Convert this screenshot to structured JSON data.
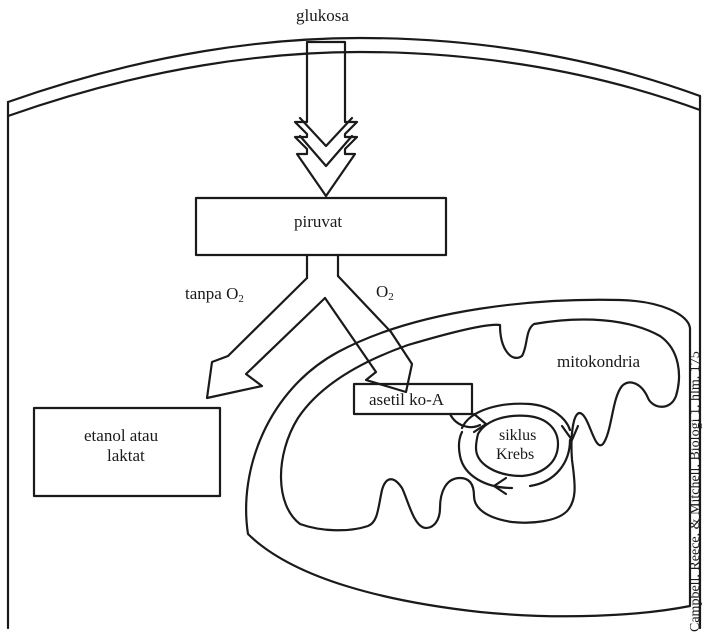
{
  "labels": {
    "glukosa": "glukosa",
    "piruvat": "piruvat",
    "tanpa_prefix": "tanpa O",
    "tanpa_sub": "2",
    "o2_main": "O",
    "o2_sub": "2",
    "mitokondria": "mitokondria",
    "asetil": "asetil ko-A",
    "siklus": "siklus",
    "krebs": "Krebs",
    "etanol_line1": "etanol atau",
    "etanol_line2": "laktat"
  },
  "credit": "Campbell, Reece, & Mitchell, Biologi 1, hlm. 175"
}
